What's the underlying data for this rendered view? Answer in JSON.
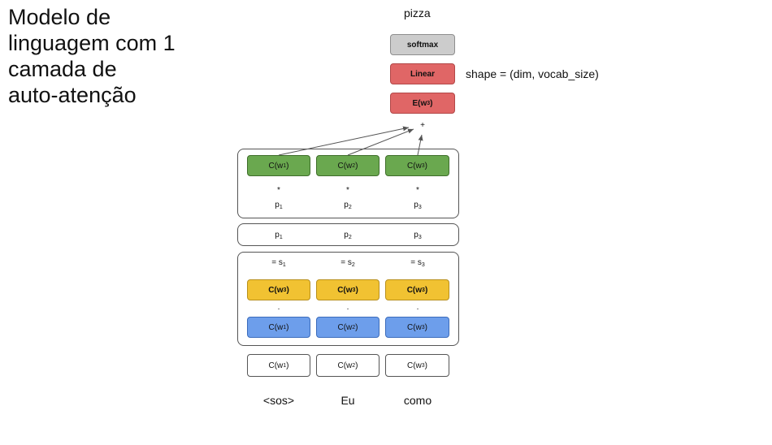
{
  "title_lines": [
    "Modelo de",
    "linguagem com 1",
    "camada de",
    "auto-atenção"
  ],
  "output_word": "pizza",
  "softmax_label": "softmax",
  "linear_label": "Linear",
  "shape_label": "shape = (dim, vocab_size)",
  "embed_out": {
    "prefix": "E(w",
    "sub": "3",
    "suffix": ")"
  },
  "plus": "+",
  "star": "*",
  "equals": "= s",
  "dot": ".",
  "c_prefix": "C(w",
  "c_suffix": ")",
  "p_prefix": "p",
  "columns": [
    {
      "idx": "1",
      "word": "<sos>"
    },
    {
      "idx": "2",
      "word": "Eu"
    },
    {
      "idx": "3",
      "word": "como"
    }
  ],
  "query_index": "3",
  "colors": {
    "gray": "#cccccc",
    "red": "#e06666",
    "green": "#6aa84f",
    "yellow": "#f1c232",
    "blue": "#6d9eeb"
  }
}
